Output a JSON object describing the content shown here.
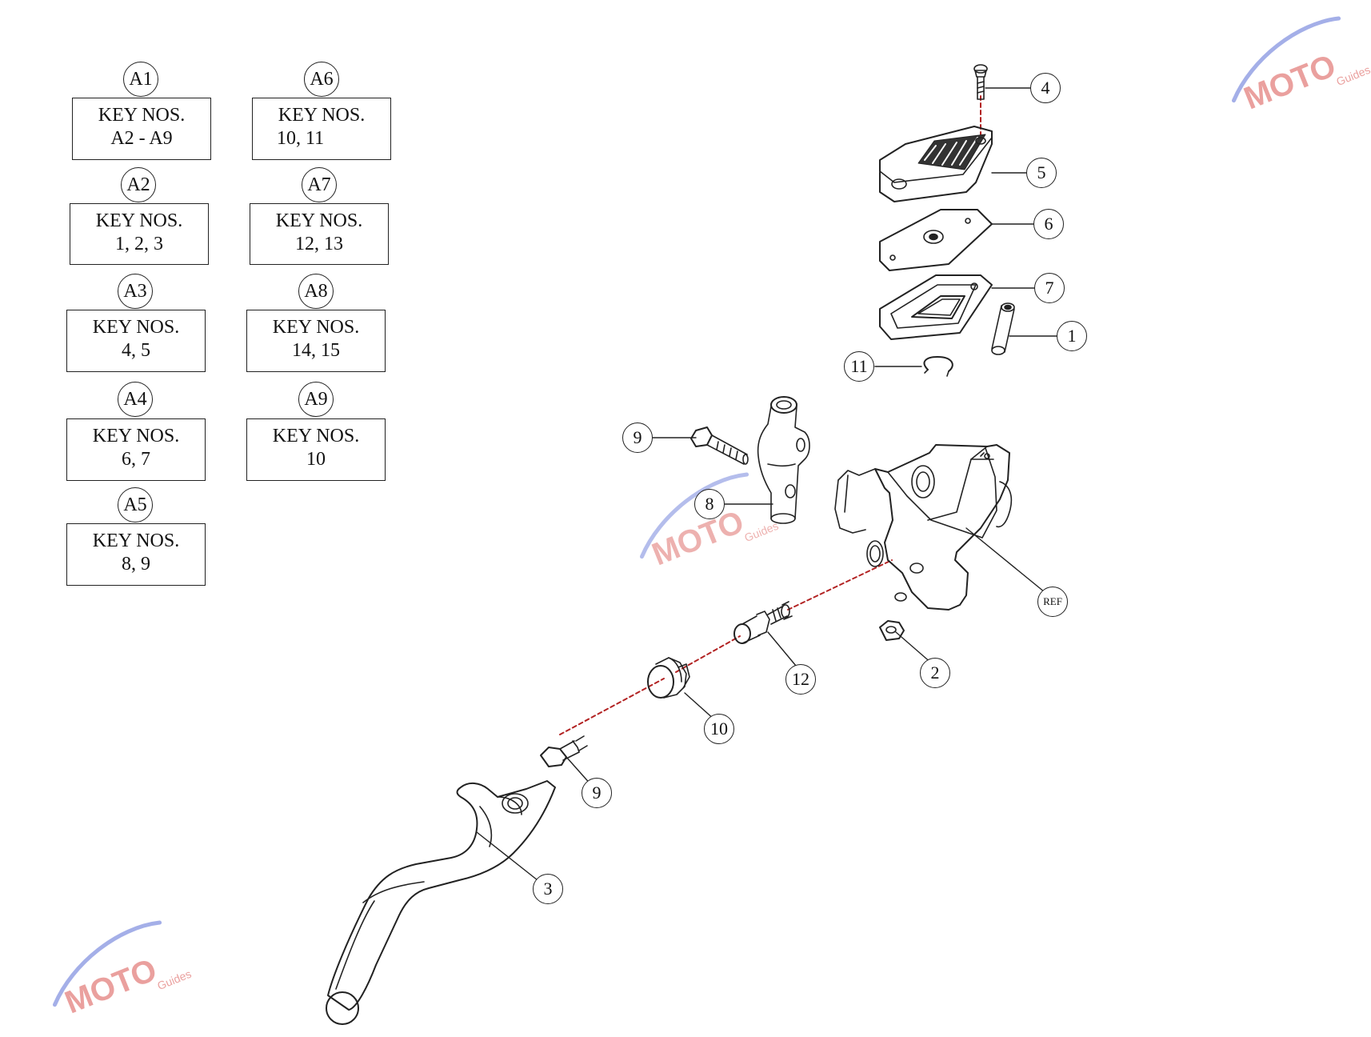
{
  "kits": [
    {
      "id": "A1",
      "line1": "KEY NOS.",
      "line2": "A2 - A9"
    },
    {
      "id": "A2",
      "line1": "KEY NOS.",
      "line2": "1, 2, 3"
    },
    {
      "id": "A3",
      "line1": "KEY NOS.",
      "line2": "4, 5"
    },
    {
      "id": "A4",
      "line1": "KEY NOS.",
      "line2": "6, 7"
    },
    {
      "id": "A5",
      "line1": "KEY NOS.",
      "line2": "8, 9"
    },
    {
      "id": "A6",
      "line1": "KEY NOS.",
      "line2": "10, 11"
    },
    {
      "id": "A7",
      "line1": "KEY NOS.",
      "line2": "12, 13"
    },
    {
      "id": "A8",
      "line1": "KEY NOS.",
      "line2": "14, 15"
    },
    {
      "id": "A9",
      "line1": "KEY NOS.",
      "line2": "10"
    }
  ],
  "callouts": {
    "c1": "1",
    "c2": "2",
    "c3": "3",
    "c4": "4",
    "c5": "5",
    "c6": "6",
    "c7": "7",
    "c8": "8",
    "c9_upper": "9",
    "c9_lower": "9",
    "c10": "10",
    "c11": "11",
    "c12": "12",
    "ref": "REF"
  },
  "watermark": {
    "text": "MOTO",
    "sub": "Guides"
  },
  "colors": {
    "line": "#222222",
    "dashed_axis": "#b22222",
    "watermark_red": "#d9534f",
    "watermark_blue": "#5b6fd6"
  }
}
